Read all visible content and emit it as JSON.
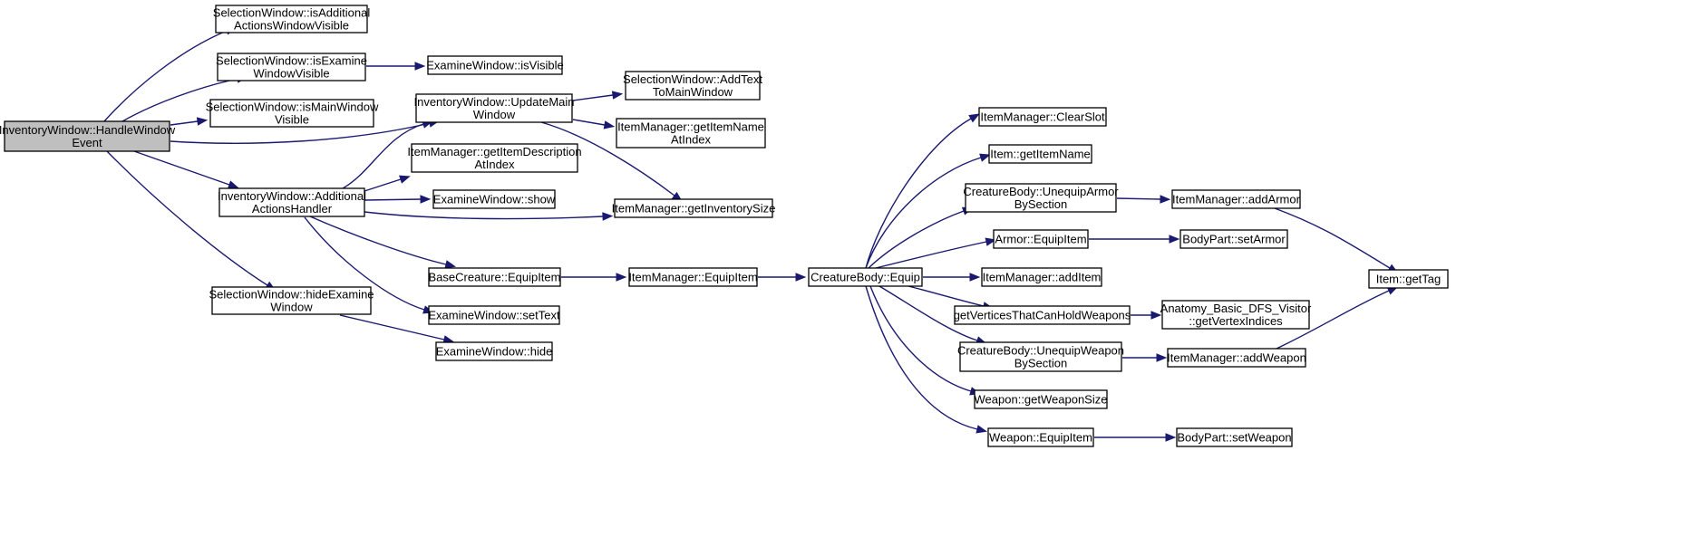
{
  "graph": {
    "colors": {
      "edge": "#191970",
      "root_fill": "#bfbfbf",
      "node_fill": "#ffffff",
      "border": "#000000"
    },
    "nodes": {
      "n0": [
        "InventoryWindow::HandleWindow",
        "Event"
      ],
      "n1": [
        "SelectionWindow::isAdditional",
        "ActionsWindowVisible"
      ],
      "n2": [
        "SelectionWindow::isExamine",
        "WindowVisible"
      ],
      "n3": [
        "SelectionWindow::isMainWindow",
        "Visible"
      ],
      "n4": [
        "InventoryWindow::Additional",
        "ActionsHandler"
      ],
      "n5": [
        "SelectionWindow::hideExamine",
        "Window"
      ],
      "n6": [
        "ExamineWindow::isVisible"
      ],
      "n7": [
        "InventoryWindow::UpdateMain",
        "Window"
      ],
      "n8": [
        "ItemManager::getItemDescription",
        "AtIndex"
      ],
      "n9": [
        "ExamineWindow::show"
      ],
      "n10": [
        "BaseCreature::EquipItem"
      ],
      "n11": [
        "ExamineWindow::setText"
      ],
      "n12": [
        "ExamineWindow::hide"
      ],
      "n13": [
        "SelectionWindow::AddText",
        "ToMainWindow"
      ],
      "n14": [
        "ItemManager::getItemName",
        "AtIndex"
      ],
      "n15": [
        "ItemManager::getInventorySize"
      ],
      "n16": [
        "ItemManager::EquipItem"
      ],
      "n17": [
        "CreatureBody::Equip"
      ],
      "n18": [
        "ItemManager::ClearSlot"
      ],
      "n19": [
        "Item::getItemName"
      ],
      "n20": [
        "CreatureBody::UnequipArmor",
        "BySection"
      ],
      "n21": [
        "Armor::EquipItem"
      ],
      "n22": [
        "ItemManager::addItem"
      ],
      "n23": [
        "getVerticesThatCanHoldWeapons"
      ],
      "n24": [
        "CreatureBody::UnequipWeapon",
        "BySection"
      ],
      "n25": [
        "Weapon::getWeaponSize"
      ],
      "n26": [
        "Weapon::EquipItem"
      ],
      "n27": [
        "ItemManager::addArmor"
      ],
      "n28": [
        "BodyPart::setArmor"
      ],
      "n29": [
        "Anatomy_Basic_DFS_Visitor",
        "::getVertexIndices"
      ],
      "n30": [
        "ItemManager::addWeapon"
      ],
      "n31": [
        "BodyPart::setWeapon"
      ],
      "n32": [
        "Item::getTag"
      ]
    },
    "edges": [
      [
        "n0",
        "n1"
      ],
      [
        "n0",
        "n2"
      ],
      [
        "n0",
        "n3"
      ],
      [
        "n0",
        "n7"
      ],
      [
        "n0",
        "n4"
      ],
      [
        "n0",
        "n5"
      ],
      [
        "n2",
        "n6"
      ],
      [
        "n4",
        "n7"
      ],
      [
        "n4",
        "n8"
      ],
      [
        "n4",
        "n9"
      ],
      [
        "n4",
        "n15"
      ],
      [
        "n4",
        "n10"
      ],
      [
        "n4",
        "n11"
      ],
      [
        "n5",
        "n12"
      ],
      [
        "n7",
        "n13"
      ],
      [
        "n7",
        "n14"
      ],
      [
        "n7",
        "n15"
      ],
      [
        "n10",
        "n16"
      ],
      [
        "n16",
        "n17"
      ],
      [
        "n17",
        "n18"
      ],
      [
        "n17",
        "n19"
      ],
      [
        "n17",
        "n20"
      ],
      [
        "n17",
        "n21"
      ],
      [
        "n17",
        "n22"
      ],
      [
        "n17",
        "n23"
      ],
      [
        "n17",
        "n24"
      ],
      [
        "n17",
        "n25"
      ],
      [
        "n17",
        "n26"
      ],
      [
        "n20",
        "n27"
      ],
      [
        "n21",
        "n28"
      ],
      [
        "n23",
        "n29"
      ],
      [
        "n24",
        "n30"
      ],
      [
        "n26",
        "n31"
      ],
      [
        "n27",
        "n32"
      ],
      [
        "n30",
        "n32"
      ]
    ]
  }
}
